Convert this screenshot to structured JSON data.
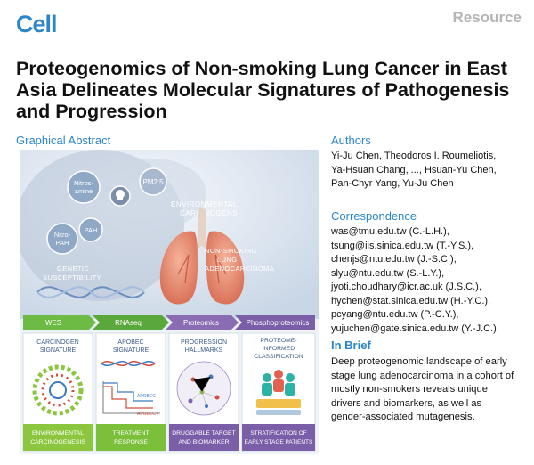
{
  "journal": "Cell",
  "article_type": "Resource",
  "title": "Proteogenomics of Non-smoking Lung Cancer in East Asia Delineates Molecular Signatures of Pathogenesis and Progression",
  "graphical_abstract": {
    "heading": "Graphical Abstract",
    "labels": {
      "nitrosamine_1": "Nitros-",
      "nitrosamine_2": "amine",
      "pm25": "PM2.5",
      "pah": "PAH",
      "nitro_pah_1": "Nitro-",
      "nitro_pah_2": "PAH",
      "env_carc_1": "ENVIRONMENTAL",
      "env_carc_2": "CARCINOGENS",
      "ns_1": "NON-SMOKING",
      "ns_2": "LUNG",
      "ns_3": "ADENOCARCINOMA",
      "gs_1": "GENETIC",
      "gs_2": "SUSCEPTIBILITY"
    },
    "pipeline": [
      "WES",
      "RNAseq",
      "Proteomics",
      "Phosphoproteomics"
    ],
    "panels": [
      {
        "top_1": "CARCINOGEN",
        "top_2": "SIGNATURE",
        "top_3": "",
        "bottom_1": "ENVIRONMENTAL",
        "bottom_2": "CARCINOGENESIS",
        "color": "#8cc63f"
      },
      {
        "top_1": "APOBEC",
        "top_2": "SIGNATURE",
        "top_3": "",
        "bottom_1": "TREATMENT",
        "bottom_2": "RESPONSE",
        "color": "#7bbf3a"
      },
      {
        "top_1": "PROGRESSION",
        "top_2": "HALLMARKS",
        "top_3": "",
        "bottom_1": "DRUGGABLE TARGET",
        "bottom_2": "AND BIOMARKER",
        "color": "#7a5ea8"
      },
      {
        "top_1": "PROTEOME-",
        "top_2": "INFORMED",
        "top_3": "CLASSIFICATION",
        "bottom_1": "STRATIFICATION OF",
        "bottom_2": "EARLY STAGE PATIENTS",
        "color": "#7a5ea8"
      }
    ],
    "apobec_labels": [
      "APOBEC-",
      "APOBEC+"
    ]
  },
  "authors": {
    "heading": "Authors",
    "lines": [
      "Yi-Ju Chen, Theodoros I. Roumeliotis,",
      "Ya-Hsuan Chang, ..., Hsuan-Yu Chen,",
      "Pan-Chyr Yang, Yu-Ju Chen"
    ]
  },
  "correspondence": {
    "heading": "Correspondence",
    "lines": [
      "was@tmu.edu.tw (C.-L.H.),",
      "tsung@iis.sinica.edu.tw (T.-Y.S.),",
      "chenjs@ntu.edu.tw (J.-S.C.),",
      "slyu@ntu.edu.tw (S.-L.Y.),",
      "jyoti.choudhary@icr.ac.uk (J.S.C.),",
      "hychen@stat.sinica.edu.tw (H.-Y.C.),",
      "pcyang@ntu.edu.tw (P.-C.Y.),",
      "yujuchen@gate.sinica.edu.tw (Y.-J.C.)"
    ]
  },
  "in_brief": {
    "heading": "In Brief",
    "lines": [
      "Deep proteogenomic landscape of early",
      "stage lung adenocarcinoma in a cohort of",
      "mostly non-smokers reveals unique",
      "drivers and biomarkers, as well as",
      "gender-associated mutagenesis."
    ]
  },
  "colors": {
    "accent": "#2a86c9",
    "resource_gray": "#b5b5b5",
    "lung": "#e8896b",
    "pipeline_green": "#6dbb45",
    "pipeline_purple": "#7a5ea8"
  }
}
